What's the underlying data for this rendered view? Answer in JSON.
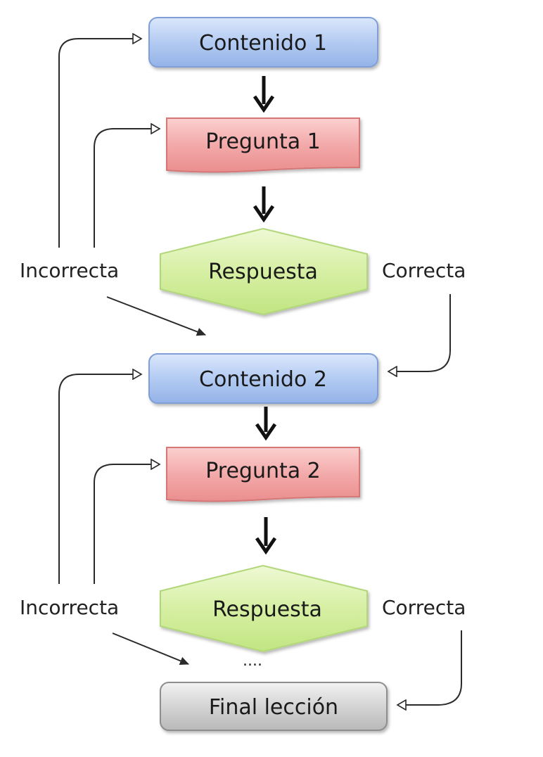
{
  "diagram": {
    "nodes": {
      "contenido1": "Contenido 1",
      "pregunta1": "Pregunta 1",
      "respuesta1": "Respuesta",
      "contenido2": "Contenido 2",
      "pregunta2": "Pregunta 2",
      "respuesta2": "Respuesta",
      "final": "Final lección"
    },
    "labels": {
      "incorrecta1": "Incorrecta",
      "correcta1": "Correcta",
      "incorrecta2": "Incorrecta",
      "correcta2": "Correcta",
      "continuation": "...."
    },
    "colors": {
      "contenido": "#a9c4ef",
      "pregunta": "#f2a3a3",
      "respuesta": "#d3ef9d",
      "final": "#c8c8c8",
      "connector": "#2a2a2a"
    }
  }
}
